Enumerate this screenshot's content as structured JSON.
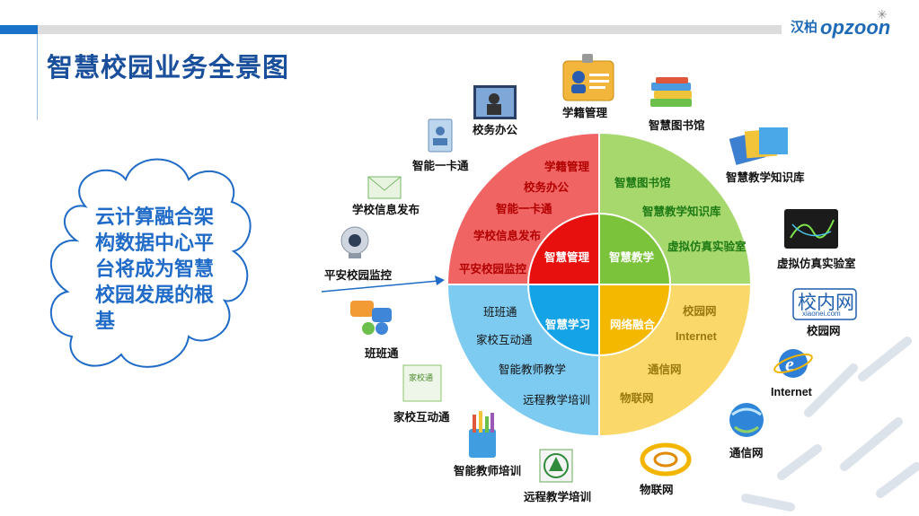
{
  "title": "智慧校园业务全景图",
  "logo": {
    "cn": "汉柏",
    "en": "opzoon"
  },
  "cloud_text": "云计算融合架构数据中心平台将成为智慧校园发展的根基",
  "wheel": {
    "center": {
      "management": "智慧管理",
      "teaching": "智慧教学",
      "learning": "智慧学习",
      "network": "网络融合"
    },
    "management_items": [
      "学籍管理",
      "校务办公",
      "智能一卡通",
      "学校信息发布",
      "平安校园监控"
    ],
    "teaching_items": [
      "智慧图书馆",
      "智慧教学知识库",
      "虚拟仿真实验室"
    ],
    "learning_items": [
      "班班通",
      "家校互动通",
      "智能教师教学",
      "远程教学培训"
    ],
    "network_items": [
      "校园网",
      "Internet",
      "通信网",
      "物联网"
    ]
  },
  "outer": {
    "xuejiguanli": "学籍管理",
    "xiaowubangong": "校务办公",
    "yikatong": "智能一卡通",
    "xinxifabu": "学校信息发布",
    "jiankong": "平安校园监控",
    "banbantong": "班班通",
    "jiaxiao": "家校互动通",
    "jiaoshi": "智能教师培训",
    "yuancheng": "远程教学培训",
    "wulianwang": "物联网",
    "tongxinwang": "通信网",
    "internet": "Internet",
    "xiaoyuanwang": "校园网",
    "xiaoneiwang_logo": "校内网",
    "xiaoneiwang_sub": "xiaonei.com",
    "jiaxiao_badge": "家校通",
    "fangzhen": "虚拟仿真实验室",
    "zhishiku": "智慧教学知识库",
    "tushuguan": "智慧图书馆"
  },
  "colors": {
    "management": "#f06464",
    "management_center": "#e8100f",
    "teaching": "#a6d86e",
    "teaching_center": "#7cc33c",
    "learning": "#7ecbf2",
    "learning_center": "#14a3e6",
    "network": "#fbd86a",
    "network_center": "#f5b800",
    "title": "#1a4f9c"
  }
}
